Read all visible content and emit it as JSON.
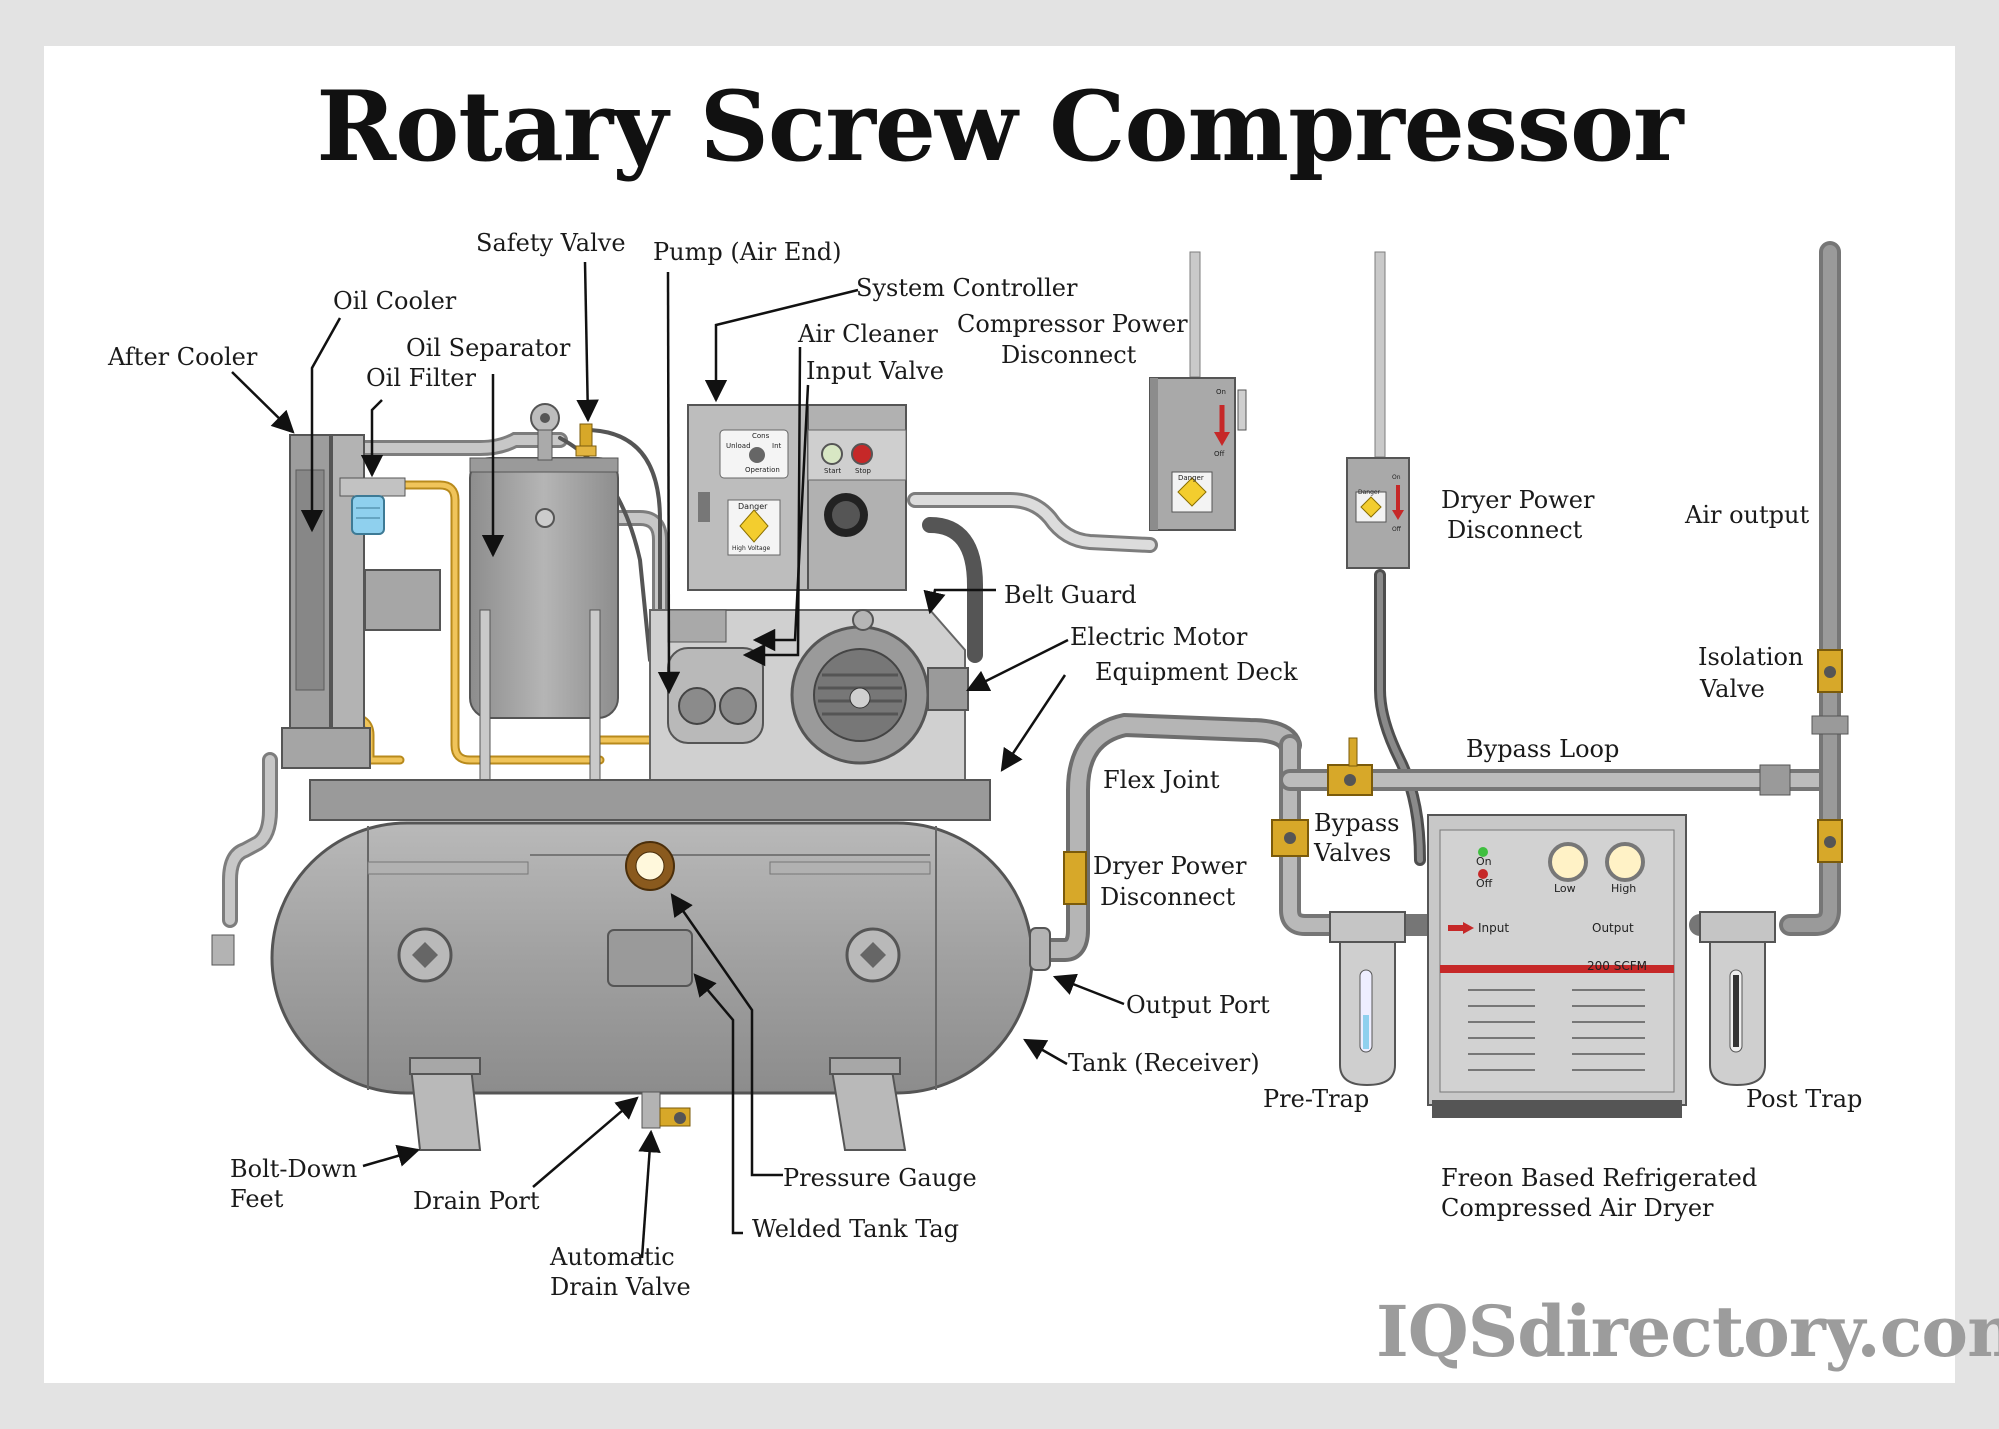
{
  "title": "Rotary Screw Compressor",
  "labels": {
    "safety_valve": "Safety Valve",
    "pump_air_end": "Pump (Air End)",
    "system_controller": "System Controller",
    "oil_cooler": "Oil Cooler",
    "compressor_power_disconnect_1": "Compressor Power",
    "compressor_power_disconnect_2": "Disconnect",
    "air_cleaner": "Air Cleaner",
    "input_valve": "Input Valve",
    "oil_separator": "Oil Separator",
    "oil_filter": "Oil Filter",
    "after_cooler": "After Cooler",
    "dryer_power_disconnect_top_1": "Dryer Power",
    "dryer_power_disconnect_top_2": "Disconnect",
    "air_output": "Air output",
    "belt_guard": "Belt Guard",
    "electric_motor": "Electric Motor",
    "equipment_deck": "Equipment Deck",
    "isolation_valve_1": "Isolation",
    "isolation_valve_2": "Valve",
    "bypass_loop": "Bypass Loop",
    "flex_joint": "Flex Joint",
    "bypass_valves_1": "Bypass",
    "bypass_valves_2": "Valves",
    "dryer_power_disconnect_low_1": "Dryer Power",
    "dryer_power_disconnect_low_2": "Disconnect",
    "output_port": "Output Port",
    "tank_receiver": "Tank (Receiver)",
    "pre_trap": "Pre-Trap",
    "post_trap": "Post Trap",
    "freon_dryer_1": "Freon Based Refrigerated",
    "freon_dryer_2": "Compressed Air Dryer",
    "bolt_down_feet_1": "Bolt-Down",
    "bolt_down_feet_2": "Feet",
    "drain_port": "Drain Port",
    "pressure_gauge": "Pressure Gauge",
    "welded_tank_tag": "Welded Tank Tag",
    "automatic_drain_valve_1": "Automatic",
    "automatic_drain_valve_2": "Drain Valve"
  },
  "controller_panel": {
    "unload": "Unload",
    "cons": "Cons",
    "int": "Int",
    "operation": "Operation",
    "start": "Start",
    "stop": "Stop",
    "danger": "Danger",
    "high_voltage": "High Voltage"
  },
  "disconnect_box": {
    "on": "On",
    "off": "Off",
    "danger": "Danger"
  },
  "dryer_panel": {
    "on": "On",
    "off": "Off",
    "low": "Low",
    "high": "High",
    "input": "Input",
    "output": "Output",
    "capacity": "200 SCFM"
  },
  "watermark": "IQSdirectory.com",
  "colors": {
    "frame_bg": "#e3e3e3",
    "canvas": "#ffffff",
    "metal_gray": "#a9a9a9",
    "dark_gray": "#6f6f6f",
    "oil_line": "#e3b54a",
    "brass": "#d7a829",
    "danger_yellow": "#f3cd2e",
    "red": "#c62828",
    "filter_blue": "#8fd0ee",
    "watermark": "#9c9c9c"
  }
}
